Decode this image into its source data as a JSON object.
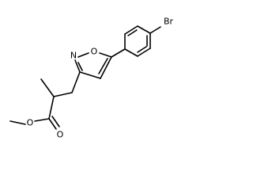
{
  "molecule": {
    "atoms": {
      "br": "Br",
      "o_ring": "O",
      "n_ring": "N",
      "o_carbonyl": "O",
      "o_ester": "O"
    }
  }
}
